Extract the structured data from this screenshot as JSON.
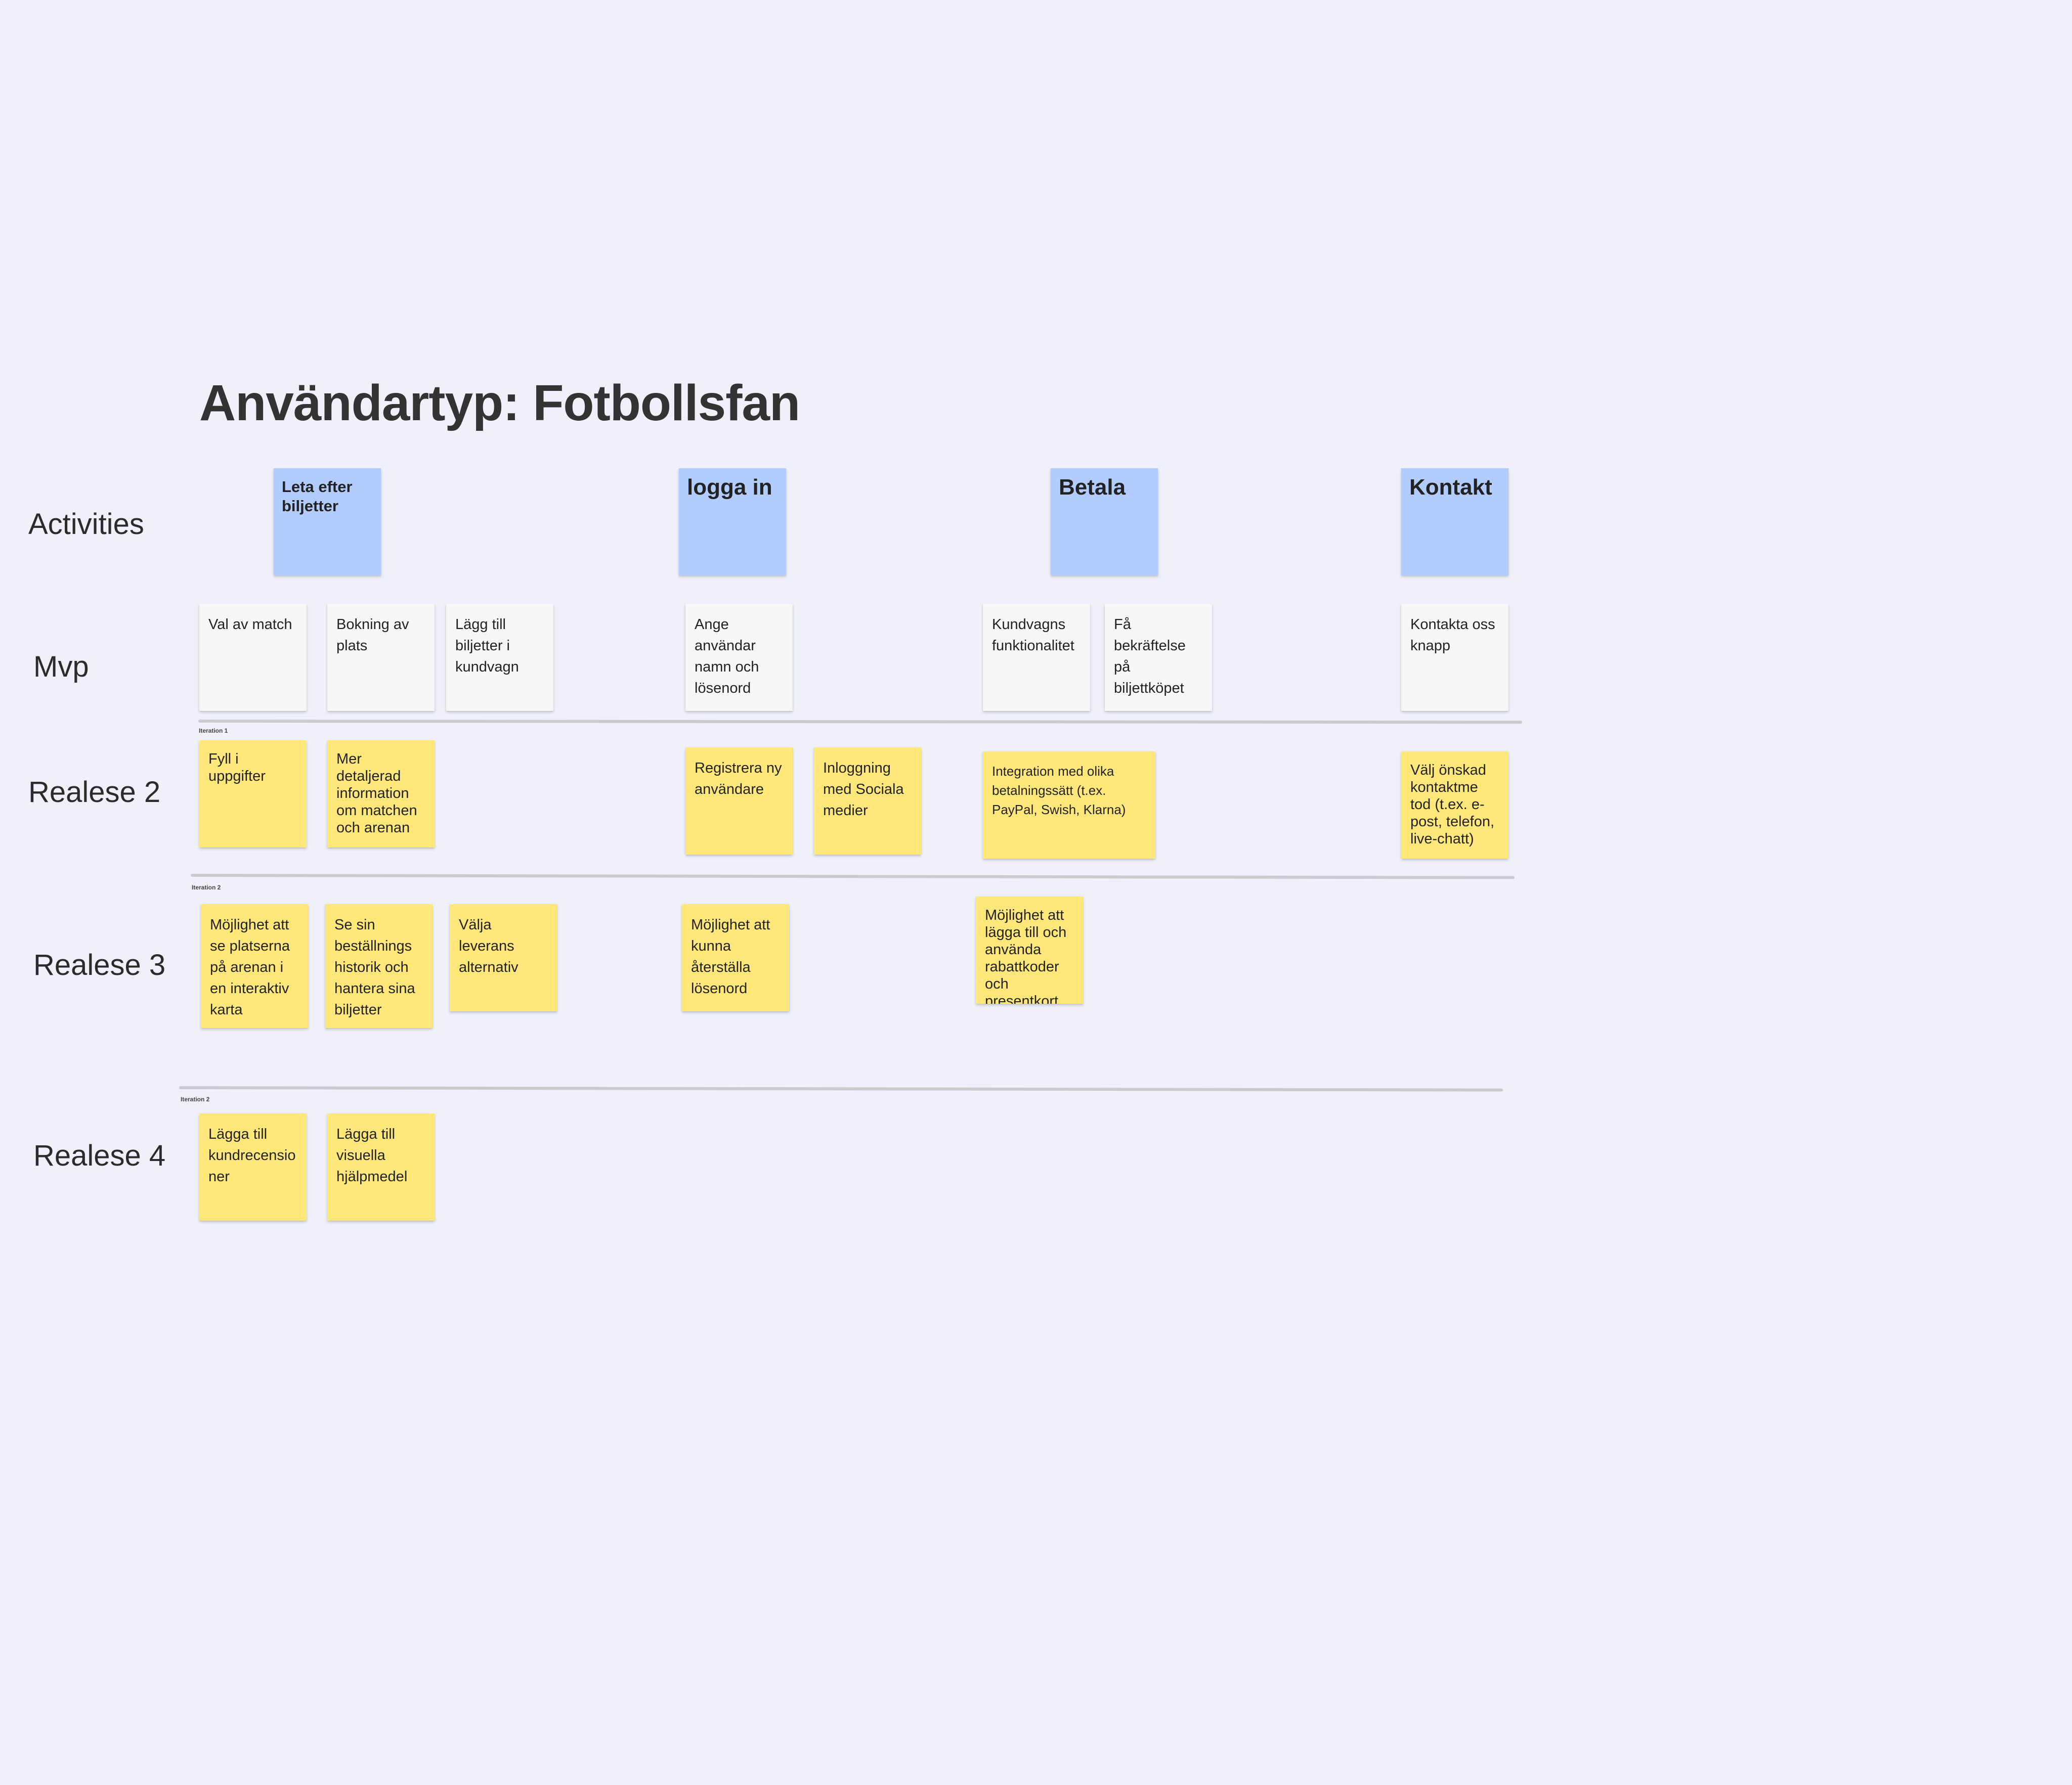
{
  "title": "Användartyp: Fotbollsfan",
  "rows": {
    "activities": "Activities",
    "mvp": "Mvp",
    "release2": "Realese 2",
    "release3": "Realese 3",
    "release4": "Realese 4"
  },
  "activities": {
    "leta": "Leta efter biljetter",
    "logga": "logga in",
    "betala": "Betala",
    "kontakt": "Kontakt"
  },
  "mvp": {
    "val_av_match": "Val av match",
    "bokning": "Bokning av plats",
    "lagg_till": "Lägg till biljetter i kundvagn",
    "ange": "Ange användar namn och lösenord",
    "kundvagn": "Kundvagns funktionalitet",
    "bekraftelse": "Få bekräftelse på biljettköpet",
    "kontakta": "Kontakta oss knapp"
  },
  "iterations": {
    "one": "Iteration 1",
    "two": "Iteration 2",
    "three": "Iteration 2"
  },
  "release2": {
    "fyll": "Fyll i uppgifter",
    "mer": "Mer detaljerad information om matchen och arenan",
    "registrera": "Registrera ny användare",
    "inloggning": "Inloggning med Sociala medier",
    "integration": "Integration med olika betalningssätt (t.ex. PayPal, Swish, Klarna)",
    "valj": "Välj önskad kontaktme tod (t.ex. e-post, telefon, live-chatt)"
  },
  "release3": {
    "mojlighet_se": "Möjlighet att se platserna på arenan i en interaktiv karta",
    "se_sin": "Se sin beställnings historik och hantera sina biljetter",
    "valja": "Välja leverans alternativ",
    "aterstalla": "Möjlighet att kunna återställa lösenord",
    "rabatt": "Möjlighet att lägga till och använda rabattkoder och presentkort."
  },
  "release4": {
    "recension": "Lägga till kundrecensio ner",
    "visuella": "Lägga till visuella hjälpmedel"
  },
  "colors": {
    "background": "#eff0f9",
    "activity_note": "#b2cdfd",
    "mvp_note": "#f7f7f7",
    "release_note": "#ffe879",
    "divider": "#cbcbcf"
  }
}
